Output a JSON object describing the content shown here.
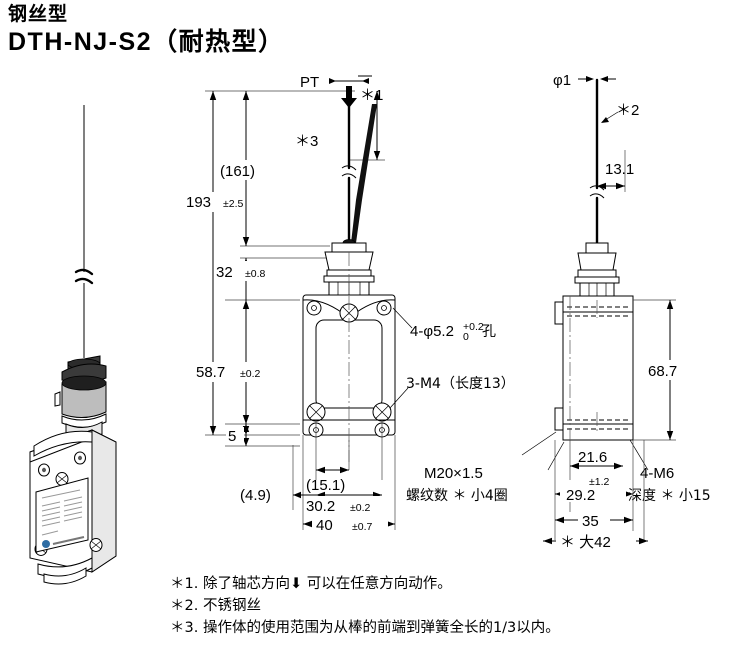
{
  "title": {
    "line1": "钢丝型",
    "line2": "DTH-NJ-S2（耐热型）"
  },
  "front_view": {
    "label_pt": "PT",
    "callout_star1": "＊1",
    "callout_star3": "＊3",
    "dim_161": "(161)",
    "dim_193": "193",
    "dim_193_tol": "±2.5",
    "dim_32": "32",
    "dim_32_tol": "±0.8",
    "dim_587": "58.7",
    "dim_587_tol": "±0.2",
    "dim_5": "5",
    "dim_49": "(4.9)",
    "dim_151": "(15.1)",
    "dim_302": "30.2",
    "dim_302_tol": "±0.2",
    "dim_40": "40",
    "dim_40_tol": "±0.7",
    "callout_holes": "4-φ5.2",
    "callout_holes_tol_up": "+0.2",
    "callout_holes_tol_lo": "0",
    "callout_holes_suffix": "孔",
    "callout_m4": "3-M4（长度13）",
    "callout_thread_1": "M20×1.5",
    "callout_thread_2": "螺纹数 ＊ 小4圈"
  },
  "side_view": {
    "dim_phi1": "φ1",
    "callout_star2": "＊2",
    "dim_131": "13.1",
    "dim_687": "68.7",
    "dim_216": "21.6",
    "dim_292": "29.2",
    "dim_292_tol": "±1.2",
    "dim_35": "35",
    "dim_42": "＊ 大42",
    "callout_m6_1": "4-M6",
    "callout_m6_2": "深度 ＊ 小15"
  },
  "footnotes": [
    "＊1. 除了轴芯方向⬇ 可以在任意方向动作。",
    "＊2. 不锈钢丝",
    "＊3. 操作体的使用范围为从棒的前端到弹簧全长的1/3以内。"
  ],
  "colors": {
    "line": "#000000",
    "background": "#ffffff",
    "metal_dark": "#3a3a3a",
    "metal_mid": "#bdbdbd",
    "metal_light": "#e8e8e8"
  }
}
